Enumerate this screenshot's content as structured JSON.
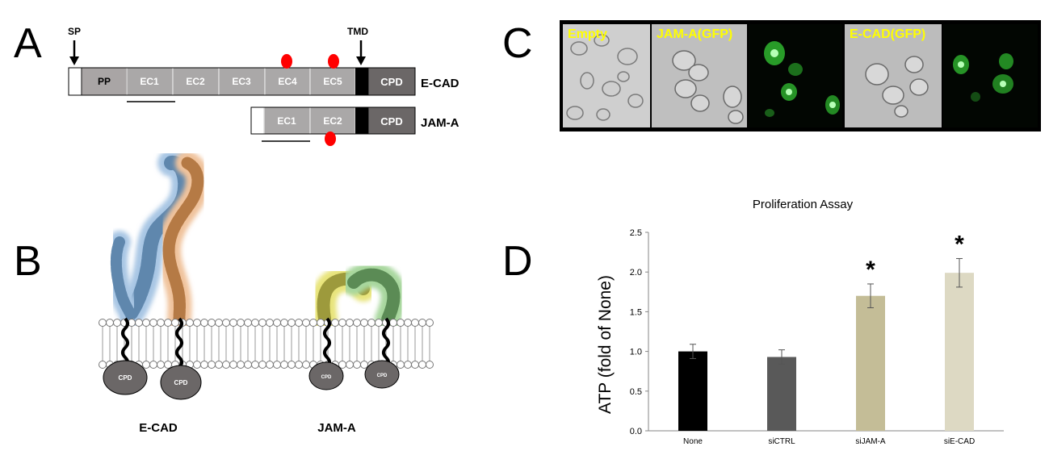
{
  "panels": {
    "A": "A",
    "B": "B",
    "C": "C",
    "D": "D"
  },
  "panel_a": {
    "sp_label": "SP",
    "tmd_label": "TMD",
    "ecad_domains": [
      "PP",
      "EC1",
      "EC2",
      "EC3",
      "EC4",
      "EC5",
      "CPD"
    ],
    "ecad_name": "E-CAD",
    "jama_domains": [
      "EC1",
      "EC2",
      "CPD"
    ],
    "jama_name": "JAM-A",
    "colors": {
      "pp": "#a9a5a5",
      "ec": "#aaa8a8",
      "tmd": "#000000",
      "cpd": "#6b6767",
      "site": "#ff0000"
    }
  },
  "panel_b": {
    "ecad_label": "E-CAD",
    "jama_label": "JAM-A",
    "cpd_labels": [
      "CPD",
      "CPD",
      "CPD",
      "CPD"
    ],
    "colors": {
      "blue": "#7ea6cd",
      "orange": "#d29966",
      "yellow": "#c9c96b",
      "green": "#86b27f",
      "cpd": "#6b6767"
    }
  },
  "panel_c": {
    "tiles": [
      {
        "label": "Empty",
        "kind": "brightfield"
      },
      {
        "label": "JAM-A(GFP)",
        "kind": "brightfield"
      },
      {
        "label": "",
        "kind": "fluorescence"
      },
      {
        "label": "E-CAD(GFP)",
        "kind": "brightfield"
      },
      {
        "label": "",
        "kind": "fluorescence"
      }
    ]
  },
  "chart_data": {
    "type": "bar",
    "title": "Proliferation Assay",
    "xlabel": "",
    "ylabel": "ATP (fold of None)",
    "categories": [
      "None",
      "siCTRL",
      "siJAM-A",
      "siE-CAD"
    ],
    "values": [
      1.0,
      0.93,
      1.7,
      1.99
    ],
    "errors": [
      0.09,
      0.09,
      0.15,
      0.18
    ],
    "significance": [
      "",
      "",
      "*",
      "*"
    ],
    "bar_colors": [
      "#000000",
      "#595959",
      "#c4bd97",
      "#ddd9c3"
    ],
    "ylim": [
      0,
      2.5
    ],
    "yticks": [
      "0.0",
      "0.5",
      "1.0",
      "1.5",
      "2.0",
      "2.5"
    ],
    "grid": false,
    "legend": "none"
  }
}
